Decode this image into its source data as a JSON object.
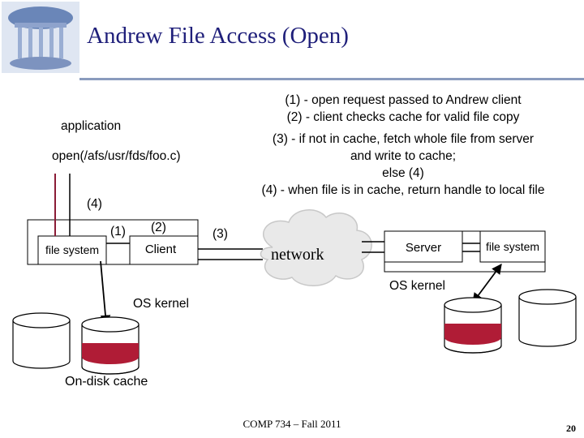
{
  "title": "Andrew File Access (Open)",
  "steps": [
    "(1) - open request passed to Andrew client",
    "(2) - client checks cache for valid file copy",
    "(3) - if not in cache, fetch whole file from server",
    "and write to cache;",
    "else (4)",
    "(4) - when file is in cache, return handle to local file"
  ],
  "labels": {
    "application": "application",
    "open_call": "open(/afs/usr/fds/foo.c)",
    "step4": "(4)",
    "step1": "(1)",
    "step2": "(2)",
    "step3": "(3)",
    "file_system_left": "file system",
    "client": "Client",
    "network": "network",
    "server": "Server",
    "file_system_right": "file system",
    "os_kernel_right": "OS kernel",
    "os_kernel_left": "OS kernel",
    "on_disk_cache": "On-disk cache"
  },
  "footer": "COMP 734 – Fall 2011",
  "page_number": "20",
  "colors": {
    "title": "#1f1f7a",
    "cache_fill": "#b01c36",
    "logo": "#6a86b8",
    "header_rule": "#8a9bbd"
  }
}
